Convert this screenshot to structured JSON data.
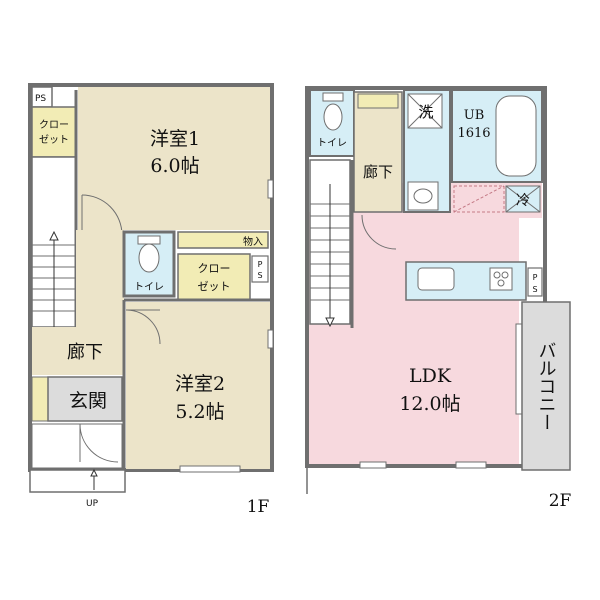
{
  "colors": {
    "wall": "#6f6f6f",
    "beige": "#ece4c9",
    "closet": "#f2ecb5",
    "wet": "#d6eef6",
    "ldk": "#f7d9de",
    "balcony": "#dcdcdc",
    "white": "#ffffff"
  },
  "floor1": {
    "label": "1F",
    "rooms": {
      "room1": {
        "name": "洋室1",
        "size": "6.0帖"
      },
      "room2": {
        "name": "洋室2",
        "size": "5.2帖"
      },
      "closet1": {
        "line1": "クロー",
        "line2": "ゼット"
      },
      "closet2": {
        "line1": "クロー",
        "line2": "ゼット"
      },
      "toilet": "トイレ",
      "storage": "物入",
      "hall": "廊下",
      "entrance": "玄関",
      "ps_top": "PS",
      "ps_mid_1": "P",
      "ps_mid_2": "S",
      "up": "UP"
    }
  },
  "floor2": {
    "label": "2F",
    "rooms": {
      "toilet": "トイレ",
      "hall": "廊下",
      "wash": "洗",
      "ub_1": "UB",
      "ub_2": "1616",
      "fridge": "冷",
      "ldk_name": "LDK",
      "ldk_size": "12.0帖",
      "balcony": "バルコニー",
      "ps_1": "P",
      "ps_2": "S"
    }
  }
}
